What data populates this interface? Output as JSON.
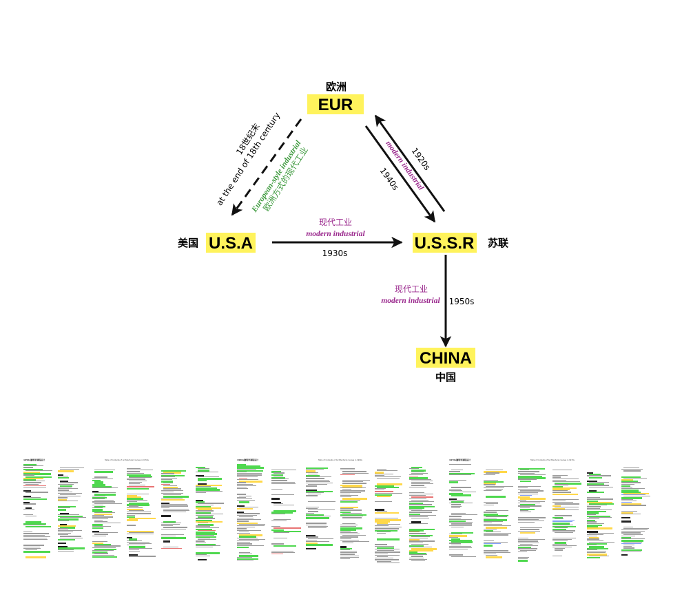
{
  "nodes": {
    "eur": {
      "label": "EUR",
      "cn": "欧洲"
    },
    "usa": {
      "label": "U.S.A",
      "cn": "美国"
    },
    "ussr": {
      "label": "U.S.S.R",
      "cn": "苏联"
    },
    "china": {
      "label": "CHINA",
      "cn": "中国"
    }
  },
  "edges": {
    "eur_usa": {
      "time_cn": "18世纪末",
      "time_en": "at the end of 18th century",
      "type_en": "European-style industrial",
      "type_cn": "欧洲方式的现代工业"
    },
    "usa_ussr": {
      "type_cn": "现代工业",
      "type_en": "modern industrial",
      "year": "1930s"
    },
    "eur_ussr": {
      "type_en": "modern industrial",
      "year_back": "1920s",
      "year_fwd": "1940s"
    },
    "ussr_china": {
      "type_cn": "现代工业",
      "type_en": "modern industrial",
      "year": "1950s"
    }
  },
  "colors": {
    "highlight": "#fff35c",
    "purple": "#9b2a8e",
    "green": "#3e9a3e",
    "arrow": "#111111"
  },
  "documents": [
    {
      "title": "1950s建筑学课程设计",
      "subtitle": "Table of Contents of Architectural courses in 1950s"
    },
    {
      "title": "1960s建筑学课程设计",
      "subtitle": "Table of Contents of Architectural courses in 1960s"
    },
    {
      "title": "1970s建筑学课程设计",
      "subtitle": "Table of Contents of Architectural courses in 1970s"
    }
  ]
}
